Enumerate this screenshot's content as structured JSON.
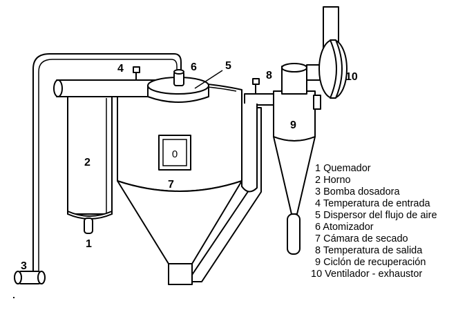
{
  "callouts": {
    "c1": "1",
    "c2": "2",
    "c3": "3",
    "c4": "4",
    "c5": "5",
    "c6": "6",
    "c7": "7",
    "c8": "8",
    "c9": "9",
    "c10": "10"
  },
  "window_label": "0",
  "legend": [
    "1 Quemador",
    "2 Horno",
    "3 Bomba dosadora",
    "4 Temperatura de entrada",
    "5 Dispersor del flujo de aire",
    "6 Atomizador",
    "7 Cámara de secado",
    "8 Temperatura de salida",
    "9 Ciclón de recuperación",
    "10 Ventilador - exhaustor"
  ]
}
